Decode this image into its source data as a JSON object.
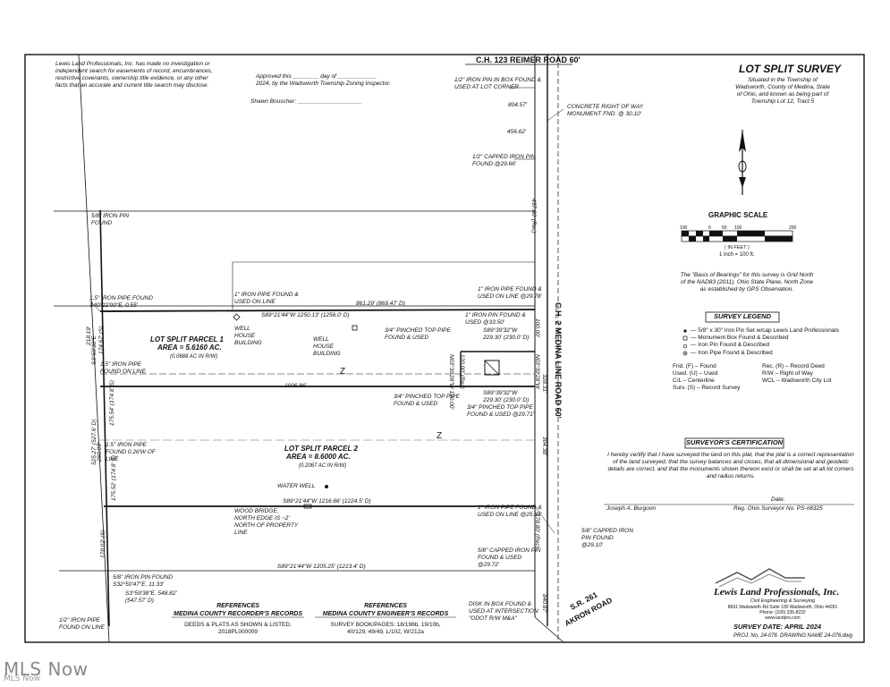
{
  "disclaimer": "Lewis Land Professionals, Inc. has made no investigation or independent search for easements of record, encumbrances, restrictive covenants, ownership title evidence, or any other facts that an accurate and current title search may disclose.",
  "approval": {
    "line1": "Approved this ________ day of ____________",
    "line2": "2024, by the Wadsworth Township Zoning Inspector.",
    "signer": "Shawn Bouscher: ____________________"
  },
  "roads": {
    "north": "C.H. 123 REIMER ROAD 60'",
    "east": "C.H. 2 MEDINA LINE ROAD 60'",
    "south_1": "S.R. 261",
    "south_2": "AKRON ROAD"
  },
  "title_block": {
    "title": "LOT SPLIT SURVEY",
    "line1": "Situated in the Township of",
    "line2": "Wadsworth, County of Medina, State",
    "line3": "of Ohio, and known as being part of",
    "line4": "Township Lot 12, Tract 5"
  },
  "graphic_scale": {
    "title": "GRAPHIC SCALE",
    "ticks": [
      "100",
      "0",
      "50",
      "100",
      "200"
    ],
    "unit": "( IN FEET )",
    "ratio": "1 inch = 100 ft."
  },
  "bearings_note": {
    "line1": "The \"Basis of Bearings\" for this survey is Grid North",
    "line2": "of the NAD83 (2011), Ohio State Plane, North Zone",
    "line3": "as established by GPS Observation."
  },
  "legend": {
    "title": "SURVEY LEGEND",
    "symbols": [
      "— 5/8\" x 30\" Iron Pin Set w/cap Lewis Land Professionals",
      "— Monument Box Found & Described",
      "— Iron Pin Found & Described",
      "— Iron Pipe Found & Described"
    ],
    "abbreviations": [
      {
        "left": "Fnd. (F) – Found",
        "right": "Rec. (R) – Record Deed"
      },
      {
        "left": "Used. (U) – Used",
        "right": "R/W – Right of Way"
      },
      {
        "left": "C/L – Centerline",
        "right": "WCL – Wadsworth City Lot"
      },
      {
        "left": "Surv. (S) – Record Survey",
        "right": ""
      }
    ]
  },
  "certification": {
    "title": "SURVEYOR'S CERTIFICATION",
    "text": "I hereby certify that I have surveyed the land on this plat, that the plat is a correct representation of the land surveyed, that the survey balances and closes, that all dimensional and geodetic details are correct, and that the monuments shown thereon exist or shall be set at all lot corners and radius returns.",
    "date_label": "Date:",
    "surveyor": "Joseph A. Burgoon",
    "reg": "Reg. Ohio Surveyor No. PS-#8325"
  },
  "company": {
    "name": "Lewis Land Professionals, Inc.",
    "tagline": "Civil Engineering & Surveying",
    "address": "8691 Wadsworth Rd Suite 100 Wadsworth, Ohio 44281",
    "phone": "Phone: (330) 335-8232",
    "web": "www.landpro.com",
    "survey_date": "SURVEY DATE: APRIL 2024",
    "proj": "PROJ. No. 24-076",
    "drawing": "DRAWING NAME 24-076.dwg"
  },
  "references": {
    "left_title1": "REFERENCES",
    "left_title2": "MEDINA COUNTY RECORDER'S RECORDS",
    "left_body1": "DEEDS & PLATS AS SHOWN & LISTED.",
    "left_body2": "2018PL000009",
    "right_title1": "REFERENCES",
    "right_title2": "MEDINA COUNTY ENGINEER'S RECORDS",
    "right_body1": "SURVEY BOOK/PAGES: 18/196b, 19/10b,",
    "right_body2": "40/129, 49/49, L/102, W/212a"
  },
  "parcels": {
    "p1_title": "LOT SPLIT PARCEL 1",
    "p1_area": "AREA = 5.6160 AC.",
    "p1_rw": "(0.0688 AC IN R/W)",
    "p2_title": "LOT SPLIT PARCEL 2",
    "p2_area": "AREA = 8.6000 AC.",
    "p2_rw": "(0.2087 AC IN R/W)"
  },
  "annotations": {
    "pin_box": "1/2\" IRON PIN IN BOX FOUND & USED AT LOT CORNER",
    "d_804": "804.57'",
    "concrete": "CONCRETE RIGHT OF WAY MONUMENT FND. @ 30.10'",
    "d_456": "456.62'",
    "capped_top": "1/2\" CAPPED IRON PIN FOUND @29.66'",
    "pin_58": "5/8\" IRON PIN FOUND",
    "d_437": "437.00' (Rec)",
    "pipe_left": "1.5\" IRON PIPE FOUND S40°22'00\"E, 0.55'",
    "pipe_found_line": "1\" IRON PIPE FOUND & USED ON LINE",
    "d_861": "861.29' (869.47' D)",
    "pipe_2978": "1\" IRON PIPE FOUND & USED ON LINE @29.78'",
    "bearing_top": "S89°21'44\"W 1250.13' (1256.0' D)",
    "pin_3350": "1\" IRON PIN FOUND & USED @33.50'",
    "well_house_1": "WELL HOUSE BUILDING",
    "well_house_2": "WELL HOUSE BUILDING",
    "pinched_1": "3/4\" PINCHED TOP PIPE FOUND & USED",
    "bearing_229a": "S89°39'32\"W",
    "d_229a": "229.30' (230.0' D)",
    "pipe_line_left": "1.5\" IRON PIPE FOUND ON LINE",
    "d_1006": "1006.86'",
    "pinched_2": "3/4\" PINCHED TOP PIPE FOUND & USED",
    "bearing_229b": "S89°39'32\"W",
    "d_229b": "229.30' (230.0' D)",
    "pinched_3": "3/4\" PINCHED TOP PIPE FOUND & USED @29.71'",
    "pipe_026": "1.5\" IRON PIPE FOUND 0.26'W OF LINE",
    "water_well": "WATER WELL",
    "bearing_mid": "S89°21'44\"W 1216.66' (1224.5' D)",
    "bridge": "WOOD BRIDGE, NORTH EDGE IS ~2' NORTH OF PROPERTY LINE",
    "pipe_2585": "1\" IRON PIPE FOUND & USED ON LINE @25.85'",
    "capped_2910": "5/8\" CAPPED IRON PIN FOUND @29.10'",
    "capped_2972": "5/8\" CAPPED IRON PIN FOUND & USED @29.72'",
    "bearing_bot": "S89°21'44\"W 1205.25' (1213.4' D)",
    "pin_bot_left": "5/8\" IRON PIN FOUND S32°50'47\"E, 11.33'",
    "tie_bot": "S3°59'38\"E, 548.82' (547.57' D)",
    "pin_half_bot": "1/2\" IRON PIPE FOUND ON LINE",
    "disk": "DISK IN BOX FOUND & USED AT INTERSECTION \"ODOT R/W M&A\"",
    "v_left_1": "S3°59'38\"E",
    "v_left_2": "525.27' (527.6' D)",
    "v_left_3": "174.67' (S)",
    "v_left_4": "175.54' (174.8' S)",
    "v_left_5": "175.52' (174.8' S)",
    "v_left_6": "178.02' (S)",
    "v_left_7": "250.09'",
    "v_left_8": "218.19'",
    "v_right_1": "N03°39'28\"W 120.00'",
    "v_right_2": "120.00' (Rec)",
    "v_right_3": "100.00'",
    "v_right_4": "N03°39'28\"W",
    "v_right_5": "328.31'",
    "v_right_6": "304.38'",
    "v_right_7": "178.80' (Rec)",
    "v_right_8": "840.87'"
  },
  "watermark": {
    "main": "MLS Now",
    "sub": "MLS Now"
  }
}
